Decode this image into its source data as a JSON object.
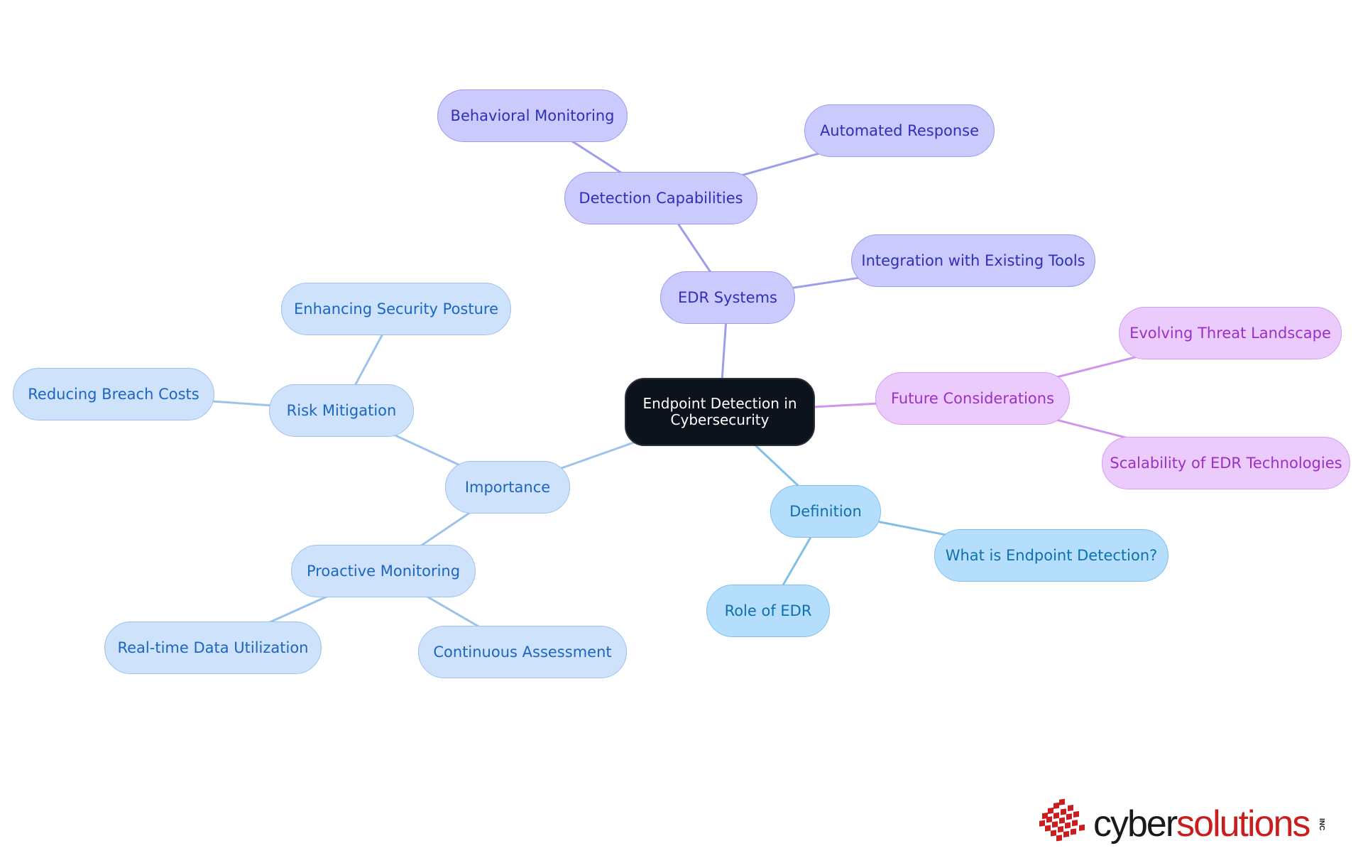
{
  "diagram": {
    "root": {
      "id": "root",
      "label": "Endpoint Detection in Cybersecurity"
    },
    "branches": [
      {
        "id": "edr",
        "label": "EDR Systems",
        "theme": "purple",
        "children": [
          {
            "id": "detect",
            "label": "Detection Capabilities",
            "children": [
              {
                "id": "behav",
                "label": "Behavioral Monitoring"
              },
              {
                "id": "auto",
                "label": "Automated Response"
              }
            ]
          },
          {
            "id": "integ",
            "label": "Integration with Existing Tools"
          }
        ]
      },
      {
        "id": "future",
        "label": "Future Considerations",
        "theme": "violet",
        "children": [
          {
            "id": "evolv",
            "label": "Evolving Threat Landscape"
          },
          {
            "id": "scal",
            "label": "Scalability of EDR Technologies"
          }
        ]
      },
      {
        "id": "defin",
        "label": "Definition",
        "theme": "sky",
        "children": [
          {
            "id": "whatis",
            "label": "What is Endpoint Detection?"
          },
          {
            "id": "role",
            "label": "Role of EDR"
          }
        ]
      },
      {
        "id": "import",
        "label": "Importance",
        "theme": "blue",
        "children": [
          {
            "id": "risk",
            "label": "Risk Mitigation",
            "children": [
              {
                "id": "enh",
                "label": "Enhancing Security Posture"
              },
              {
                "id": "red",
                "label": "Reducing Breach Costs"
              }
            ]
          },
          {
            "id": "proact",
            "label": "Proactive Monitoring",
            "children": [
              {
                "id": "real",
                "label": "Real-time Data Utilization"
              },
              {
                "id": "cont",
                "label": "Continuous Assessment"
              }
            ]
          }
        ]
      }
    ]
  },
  "themes": {
    "root": {
      "fill": "#0d131c",
      "border": "#2a313b",
      "text": "#ffffff",
      "line": "#0d131c"
    },
    "purple": {
      "fill": "#cacafc",
      "border": "#9b9bef",
      "text": "#2f2fb8",
      "line": "#9d9de9"
    },
    "violet": {
      "fill": "#ebcafc",
      "border": "#d49cf2",
      "text": "#9a30c4",
      "line": "#cf95ec"
    },
    "sky": {
      "fill": "#b5defc",
      "border": "#7fc0ee",
      "text": "#0f70ae",
      "line": "#82bfe7"
    },
    "blue": {
      "fill": "#cfe2fb",
      "border": "#9cc2ef",
      "text": "#1b66c0",
      "line": "#9ec3eb"
    }
  },
  "logo": {
    "word_dark": "cyber",
    "word_red": "solutions",
    "suffix": "INC",
    "dark_color": "#1a1a1a",
    "red_color": "#c81e1e"
  }
}
